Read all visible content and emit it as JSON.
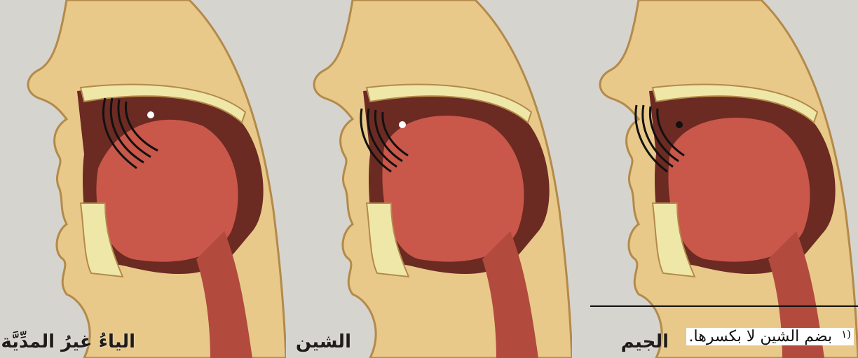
{
  "panels": [
    {
      "caption": "الياءُ غيرُ المدِّيَّة",
      "contact_point_color": "#ffffff"
    },
    {
      "caption": "الشين",
      "contact_point_color": "#ffffff"
    },
    {
      "caption": "الجيم",
      "contact_point_color": "#111111"
    }
  ],
  "footnote": {
    "marker": "(١",
    "text": "بضم الشين لا بكسرها."
  },
  "colors": {
    "skin": "#e8c98a",
    "tongue": "#c9574a",
    "cavity": "#6b2a22",
    "bone": "#efe7a8"
  }
}
